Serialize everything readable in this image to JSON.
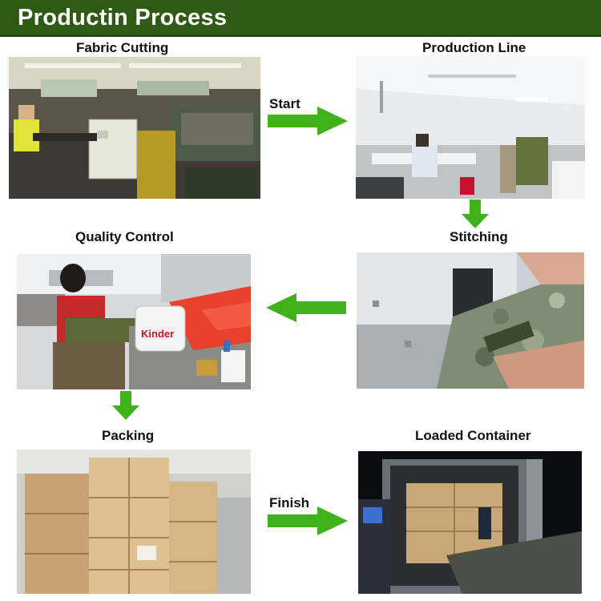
{
  "header": {
    "title": "Productin Process"
  },
  "steps": {
    "cutting": {
      "label": "Fabric Cutting"
    },
    "production": {
      "label": "Production Line"
    },
    "stitching": {
      "label": "Stitching"
    },
    "quality": {
      "label": "Quality Control",
      "bag_text": "Kinder"
    },
    "packing": {
      "label": "Packing"
    },
    "container": {
      "label": "Loaded Container"
    }
  },
  "arrows": {
    "start": {
      "label": "Start"
    },
    "finish": {
      "label": "Finish"
    }
  },
  "colors": {
    "header_bg": "#2f5a16",
    "arrow": "#3fb21a"
  }
}
